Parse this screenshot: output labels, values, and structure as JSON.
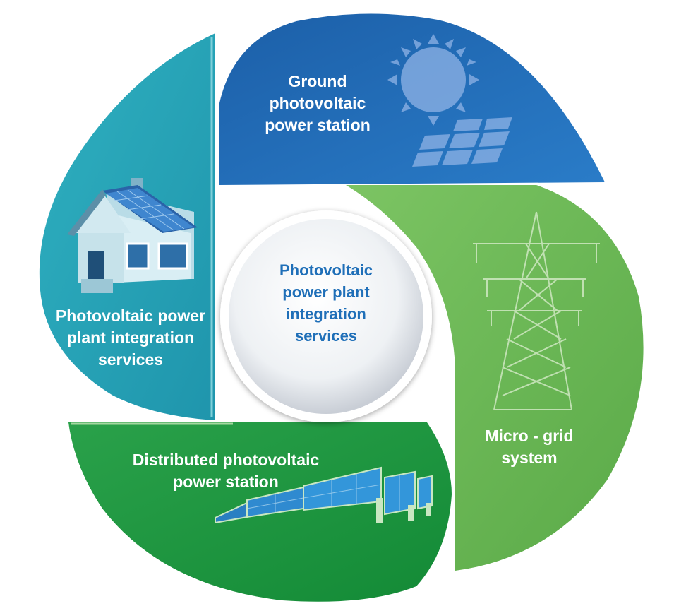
{
  "center": {
    "label": "Photovoltaic\npower plant\nintegration\nservices"
  },
  "segments": [
    {
      "id": "ground",
      "label": "Ground\nphotovoltaic\npower station",
      "color": "#1f6fb8",
      "icon": "sun-solar-panel-icon"
    },
    {
      "id": "microgrid",
      "label": "Micro - grid\nsystem",
      "color": "#66b54f",
      "icon": "transmission-tower-icon"
    },
    {
      "id": "distributed",
      "label": "Distributed photovoltaic\npower station",
      "color": "#20963f",
      "icon": "solar-panel-array-icon"
    },
    {
      "id": "integration",
      "label": "Photovoltaic power\nplant integration\nservices",
      "color": "#2aa3b8",
      "icon": "solar-house-icon"
    }
  ]
}
